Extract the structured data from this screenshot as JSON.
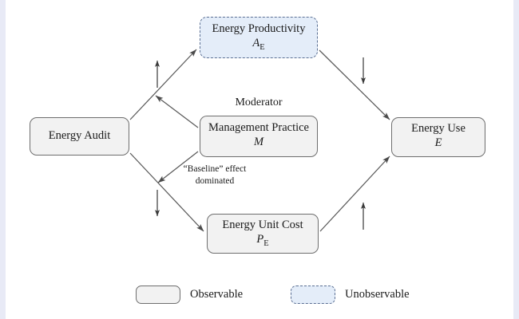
{
  "figure": {
    "type": "conceptual-path-diagram",
    "background_color": "#e8eaf6",
    "canvas_color": "#ffffff",
    "moderator_label": "Moderator",
    "annotation": {
      "line1": "“Baseline” effect",
      "line2": "dominated"
    }
  },
  "nodes": {
    "energy_audit": {
      "title": "Energy Audit",
      "symbol": "",
      "symbol_sub": "",
      "kind": "observable"
    },
    "energy_productivity": {
      "title": "Energy Productivity",
      "symbol": "A",
      "symbol_sub": "E",
      "kind": "unobservable"
    },
    "management_practice": {
      "title": "Management Practice",
      "symbol": "M",
      "symbol_sub": "",
      "kind": "observable"
    },
    "energy_unit_cost": {
      "title": "Energy Unit Cost",
      "symbol": "P",
      "symbol_sub": "E",
      "kind": "observable"
    },
    "energy_use": {
      "title": "Energy Use",
      "symbol": "E",
      "symbol_sub": "",
      "kind": "observable"
    }
  },
  "edges": [
    {
      "name": "audit-to-productivity",
      "from": "energy_audit",
      "to": "energy_productivity",
      "sign": "up"
    },
    {
      "name": "audit-to-unit-cost",
      "from": "energy_audit",
      "to": "energy_unit_cost",
      "sign": "down"
    },
    {
      "name": "productivity-to-energy-use",
      "from": "energy_productivity",
      "to": "energy_use",
      "sign": "down"
    },
    {
      "name": "unit-cost-to-energy-use",
      "from": "energy_unit_cost",
      "to": "energy_use",
      "sign": "up"
    },
    {
      "name": "moderator-on-upper-path",
      "from": "management_practice",
      "to": "audit-to-productivity",
      "sign": ""
    },
    {
      "name": "moderator-on-lower-path",
      "from": "management_practice",
      "to": "audit-to-unit-cost",
      "sign": ""
    }
  ],
  "legend": {
    "observable_label": "Observable",
    "unobservable_label": "Unobservable",
    "observable_fill": "#f2f2f2",
    "observable_border": "#6e6e6e",
    "unobservable_fill": "#e4edf9",
    "unobservable_border": "#5b6f93"
  }
}
